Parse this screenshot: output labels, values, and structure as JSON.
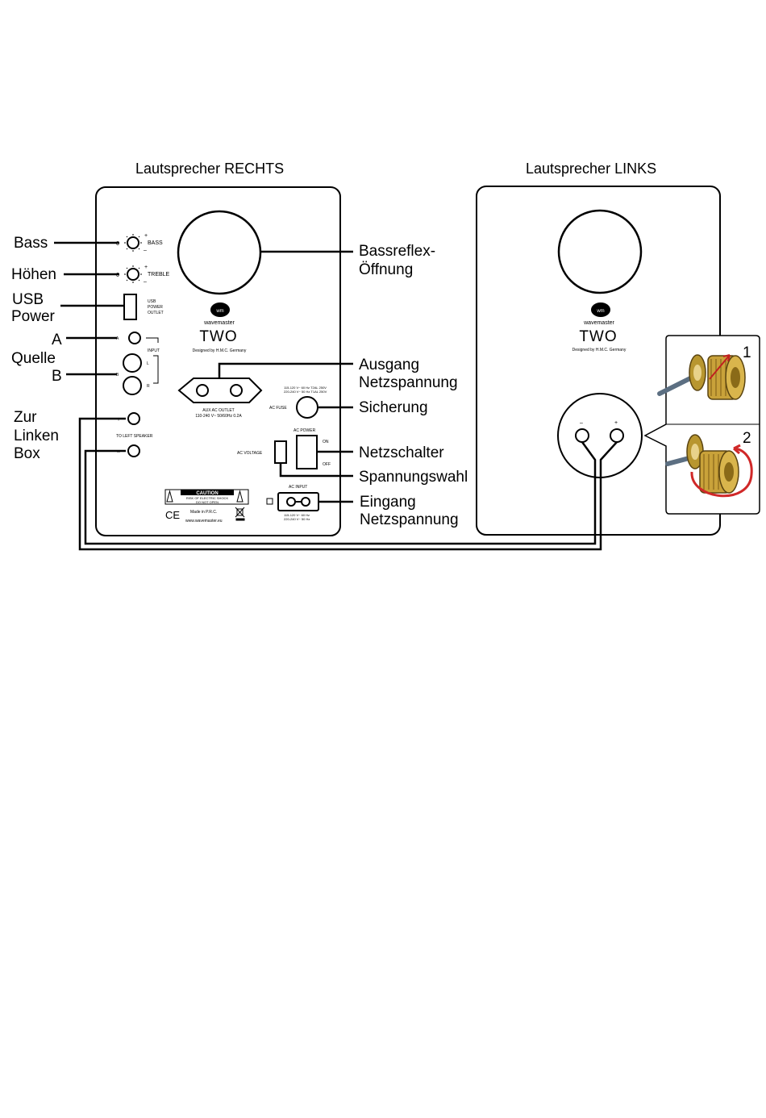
{
  "titles": {
    "right_speaker": "Lautsprecher RECHTS",
    "left_speaker": "Lautsprecher LINKS"
  },
  "callouts_left": {
    "bass": "Bass",
    "treble": "Höhen",
    "usb_line1": "USB",
    "usb_line2": "Power",
    "input_a": "A",
    "source": "Quelle",
    "input_b": "B",
    "left_box_line1": "Zur",
    "left_box_line2": "Linken",
    "left_box_line3": "Box"
  },
  "callouts_right": {
    "bassreflex_line1": "Bassreflex-",
    "bassreflex_line2": "Öffnung",
    "output_line1": "Ausgang",
    "output_line2": "Netzspannung",
    "fuse": "Sicherung",
    "power_switch": "Netzschalter",
    "voltage_select": "Spannungswahl",
    "input_line1": "Eingang",
    "input_line2": "Netzspannung"
  },
  "panel_right": {
    "bass_zero": "0",
    "bass_plus": "+",
    "bass_label": "BASS",
    "bass_minus": "–",
    "treble_zero": "0",
    "treble_plus": "+",
    "treble_label": "TREBLE",
    "treble_minus": "–",
    "usb_line1": "USB",
    "usb_line2": "POWER",
    "usb_line3": "OUTLET",
    "input_a": "A",
    "input_label": "INPUT",
    "input_l": "L",
    "input_b": "B",
    "input_r": "R",
    "spk_plus": "+",
    "spk_label": "TO LEFT SPEAKER",
    "spk_minus": "–",
    "logo_mark": "wm",
    "brand": "wavemaster",
    "model": "TWO",
    "designed": "Designed by H.M.C. Germany",
    "aux_line1": "AUX AC OUTLET",
    "aux_line2": "110-240 V~ 50/60Hz 0.2A",
    "fuse_spec1": "115-120 V~ 60 Hz T2AL 250V",
    "fuse_spec2": "220-240 V~ 50 Hz T1AL 250V",
    "fuse_label": "AC FUSE",
    "power_label": "AC POWER",
    "power_on": "ON",
    "power_off": "OFF",
    "voltage_label": "AC VOLTAGE",
    "acin_label": "AC INPUT",
    "acin_spec1": "115-120 V~ 60 Hz",
    "acin_spec2": "220-240 V~ 50 Hz",
    "caution_title": "CAUTION",
    "caution_line1": "RISK OF ELECTRIC SHOCK",
    "caution_line2": "DO NOT OPEN",
    "ce": "CE",
    "made_in": "Made in P.R.C.",
    "website": "www.wavemaster.eu"
  },
  "panel_left": {
    "logo_mark": "wm",
    "brand": "wavemaster",
    "model": "TWO",
    "designed": "Designed by H.M.C. Germany",
    "terminal_minus": "–",
    "terminal_plus": "+",
    "step1": "1",
    "step2": "2"
  }
}
